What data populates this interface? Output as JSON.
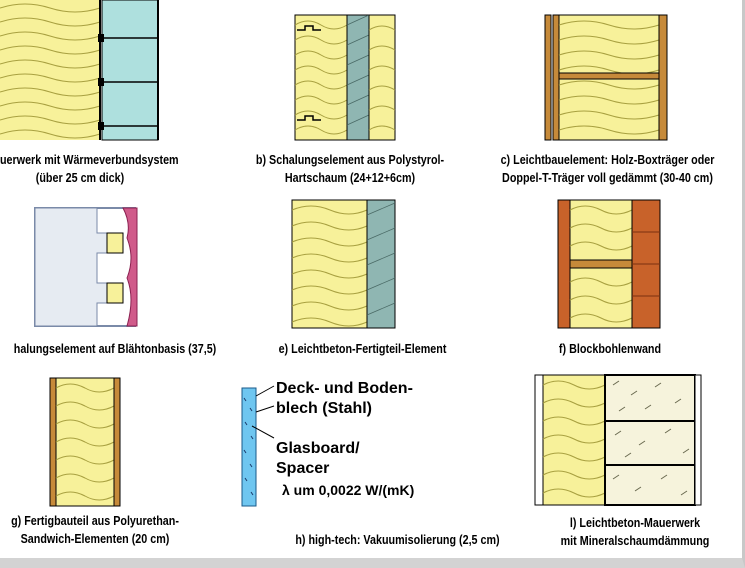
{
  "colors": {
    "insulation": "#f7f19a",
    "insulation_line": "#a8a040",
    "glass": "#aee0de",
    "concrete": "#8fb6b2",
    "brick": "#c8622a",
    "wood": "#c68a3a",
    "foam": "#f6f3dc",
    "vacuum": "#6fc6f0"
  },
  "captions": {
    "a": [
      "auerwerk mit Wärmeverbundsystem",
      "(über 25 cm dick)"
    ],
    "b": [
      "b) Schalungselement aus Polystyrol-",
      "Hartschaum (24+12+6cm)"
    ],
    "c": [
      "c) Leichtbauelement: Holz-Boxträger oder",
      "Doppel-T-Träger voll gedämmt (30-40 cm)"
    ],
    "d": [
      "halungselement auf Blähtonbasis (37,5)"
    ],
    "e": [
      "e) Leichtbeton-Fertigteil-Element"
    ],
    "f": [
      "f) Blockbohlenwand"
    ],
    "g": [
      "g) Fertigbauteil aus Polyurethan-",
      "Sandwich-Elementen (20 cm)"
    ],
    "h": [
      "h) high-tech: Vakuumisolierung (2,5 cm)"
    ],
    "l": [
      "l) Leichtbeton-Mauerwerk",
      "mit Mineralschaumdämmung"
    ]
  },
  "h_labels": {
    "deck_line1": "Deck- und Boden-",
    "deck_line2": "blech (Stahl)",
    "glas_line1": "Glasboard/",
    "glas_line2": "Spacer",
    "lambda": "λ um 0,0022 W/(mK)"
  }
}
